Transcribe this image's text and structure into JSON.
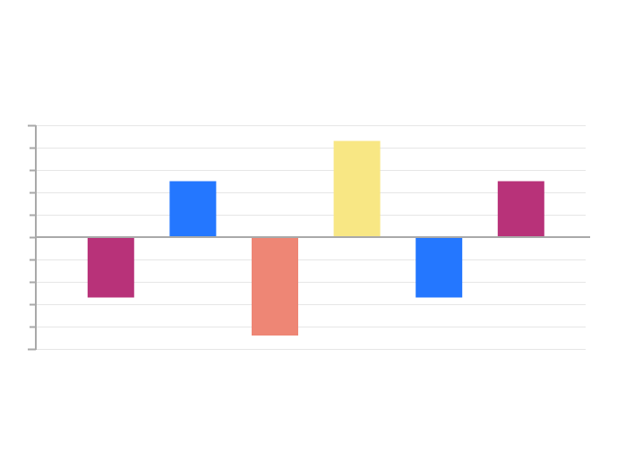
{
  "chart_data": {
    "type": "bar",
    "title": "",
    "xlabel": "",
    "ylabel": "",
    "categories": [
      "",
      "",
      "",
      "",
      "",
      ""
    ],
    "values": [
      -2.7,
      2.5,
      -4.4,
      4.3,
      -2.7,
      2.5
    ],
    "bar_colors": [
      "#b83279",
      "#2477ff",
      "#ee8675",
      "#f8e784",
      "#2477ff",
      "#b83279"
    ],
    "ylim": [
      -5,
      5
    ],
    "y_tick_step": 1,
    "grid": true,
    "legend": "none",
    "axis_color": "#a9a9a9",
    "grid_color": "#e6e6e6"
  }
}
